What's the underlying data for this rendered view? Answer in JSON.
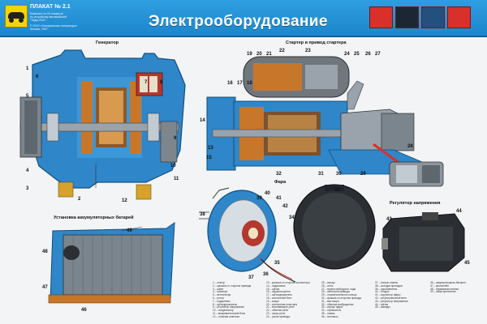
{
  "header": {
    "plakat": "ПЛАКАТ № 2.1",
    "subtitle_lines": [
      "Комплект из 24 плакатов",
      "по устройству автомобилей",
      "\"Лада-2110\""
    ],
    "publisher_lines": [
      "© ООО «Специальная литература»",
      "Москва, 2007"
    ],
    "title": "Электрооборудование"
  },
  "sections": {
    "generator": "Генератор",
    "starter": "Стартер и привод стартера",
    "headlight": "Фара",
    "regulator": "Регулятор напряжения",
    "battery": "Установка аккумуляторных батарей"
  },
  "colors": {
    "header_blue": "#1e86cc",
    "housing_blue": "#2f86c8",
    "copper": "#c8772a",
    "steel": "#9aa3ab",
    "dark": "#2b2f33",
    "red": "#d9302b"
  },
  "callouts": {
    "generator": [
      "1",
      "2",
      "3",
      "4",
      "5",
      "6",
      "7",
      "8",
      "9",
      "10",
      "11",
      "12"
    ],
    "starter": [
      "13",
      "14",
      "15",
      "16",
      "17",
      "18",
      "19",
      "20",
      "21",
      "22",
      "23",
      "24",
      "25",
      "26",
      "27",
      "28",
      "29",
      "30",
      "31",
      "32"
    ],
    "headlight": [
      "33",
      "34",
      "35",
      "36",
      "37",
      "38",
      "39",
      "40",
      "41",
      "42"
    ],
    "regulator": [
      "43",
      "44",
      "45"
    ],
    "battery": [
      "46",
      "47",
      "48",
      "49"
    ]
  },
  "legend_columns": [
    [
      "1 – статор",
      "2 – крышка со стороны привода",
      "3 – шкив",
      "4 – шпилька",
      "5 – вентилятор",
      "6 – ротор",
      "7 – подшипник",
      "8 – щёткодержатель",
      "9 – регулятор напряжения",
      "10 – конденсатор",
      "11 – выпрямительный блок",
      "12 – стяжная шпилька"
    ],
    [
      "13 – крышка со стороны коллектора",
      "14 – подшипник",
      "15 – щётка",
      "16 – пружина щётки",
      "17 – щёткодержатель",
      "18 – контактный болт",
      "19 – кожух",
      "20 – контактная пластина",
      "21 – втягивающее реле",
      "22 – обмотки реле",
      "23 – якорь реле",
      "24 – рычаг привода"
    ],
    [
      "25 – корпус",
      "26 – шток",
      "27 – муфта свободного хода",
      "28 – шестерня привода",
      "29 – ограничительное кольцо",
      "30 – крышка со стороны привода",
      "31 – вал якоря",
      "32 – обмотка возбуждения",
      "33 – корпус фары",
      "34 – отражатель",
      "35 – лампа",
      "36 – колпачок"
    ],
    [
      "37 – патрон лампы",
      "38 – колодка проводов",
      "39 – рассеиватель",
      "40 – ободок",
      "41 – корректор фары",
      "42 – регулировочный винт",
      "43 – регулятор напряжения",
      "44 – щётки",
      "45 – выводы"
    ],
    [
      "46 – аккумуляторная батарея",
      "47 – кронштейн",
      "48 – прижимная планка",
      "49 – гайка крепления"
    ]
  ]
}
